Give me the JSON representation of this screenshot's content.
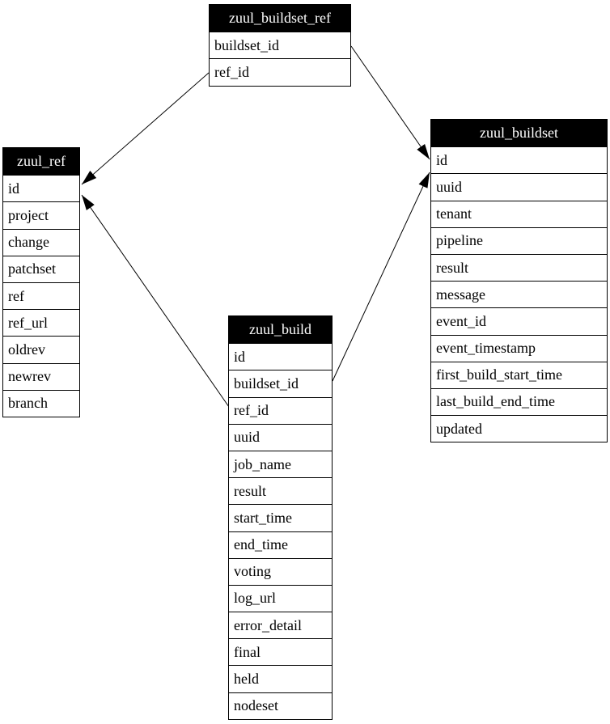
{
  "diagram": {
    "type": "database-schema",
    "colors": {
      "background": "#ffffff",
      "table_header_bg": "#000000",
      "table_header_text": "#ffffff",
      "table_border": "#000000",
      "edge": "#000000"
    },
    "tables": [
      {
        "name": "zuul_buildset_ref",
        "fields": [
          "buildset_id",
          "ref_id"
        ]
      },
      {
        "name": "zuul_ref",
        "fields": [
          "id",
          "project",
          "change",
          "patchset",
          "ref",
          "ref_url",
          "oldrev",
          "newrev",
          "branch"
        ]
      },
      {
        "name": "zuul_buildset",
        "fields": [
          "id",
          "uuid",
          "tenant",
          "pipeline",
          "result",
          "message",
          "event_id",
          "event_timestamp",
          "first_build_start_time",
          "last_build_end_time",
          "updated"
        ]
      },
      {
        "name": "zuul_build",
        "fields": [
          "id",
          "buildset_id",
          "ref_id",
          "uuid",
          "job_name",
          "result",
          "start_time",
          "end_time",
          "voting",
          "log_url",
          "error_detail",
          "final",
          "held",
          "nodeset"
        ]
      }
    ],
    "relationships": [
      {
        "from": "zuul_buildset_ref.ref_id",
        "to": "zuul_ref.id"
      },
      {
        "from": "zuul_buildset_ref.buildset_id",
        "to": "zuul_buildset.id"
      },
      {
        "from": "zuul_build.ref_id",
        "to": "zuul_ref.id"
      },
      {
        "from": "zuul_build.buildset_id",
        "to": "zuul_buildset.id"
      }
    ]
  }
}
